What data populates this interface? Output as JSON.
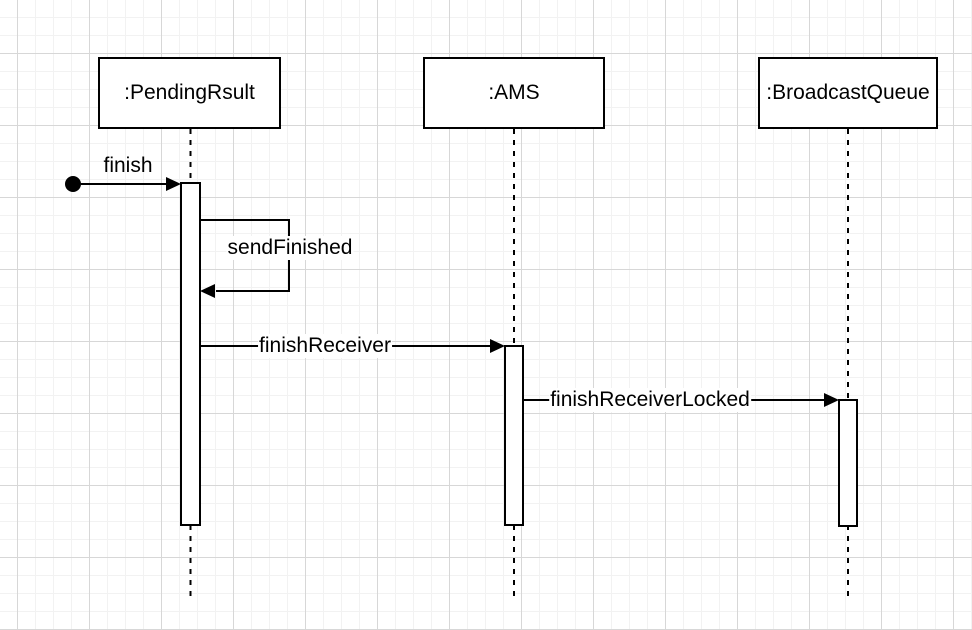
{
  "diagram": {
    "kind": "uml-sequence-diagram",
    "actors": [
      {
        "label": ":PendingRsult"
      },
      {
        "label": ":AMS"
      },
      {
        "label": ":BroadcastQueue"
      }
    ],
    "messages": [
      {
        "label": "finish",
        "from": "start-node",
        "to": ":PendingRsult",
        "type": "sync"
      },
      {
        "label": "sendFinished",
        "from": ":PendingRsult",
        "to": ":PendingRsult",
        "type": "self"
      },
      {
        "label": "finishReceiver",
        "from": ":PendingRsult",
        "to": ":AMS",
        "type": "sync"
      },
      {
        "label": "finishReceiverLocked",
        "from": ":AMS",
        "to": ":BroadcastQueue",
        "type": "sync"
      }
    ],
    "colors": {
      "stroke": "#000000",
      "shape_fill": "#ffffff",
      "canvas_bg": "#ffffff",
      "grid_minor": "#f2f2f2",
      "grid_major": "#d7d7d7"
    }
  }
}
